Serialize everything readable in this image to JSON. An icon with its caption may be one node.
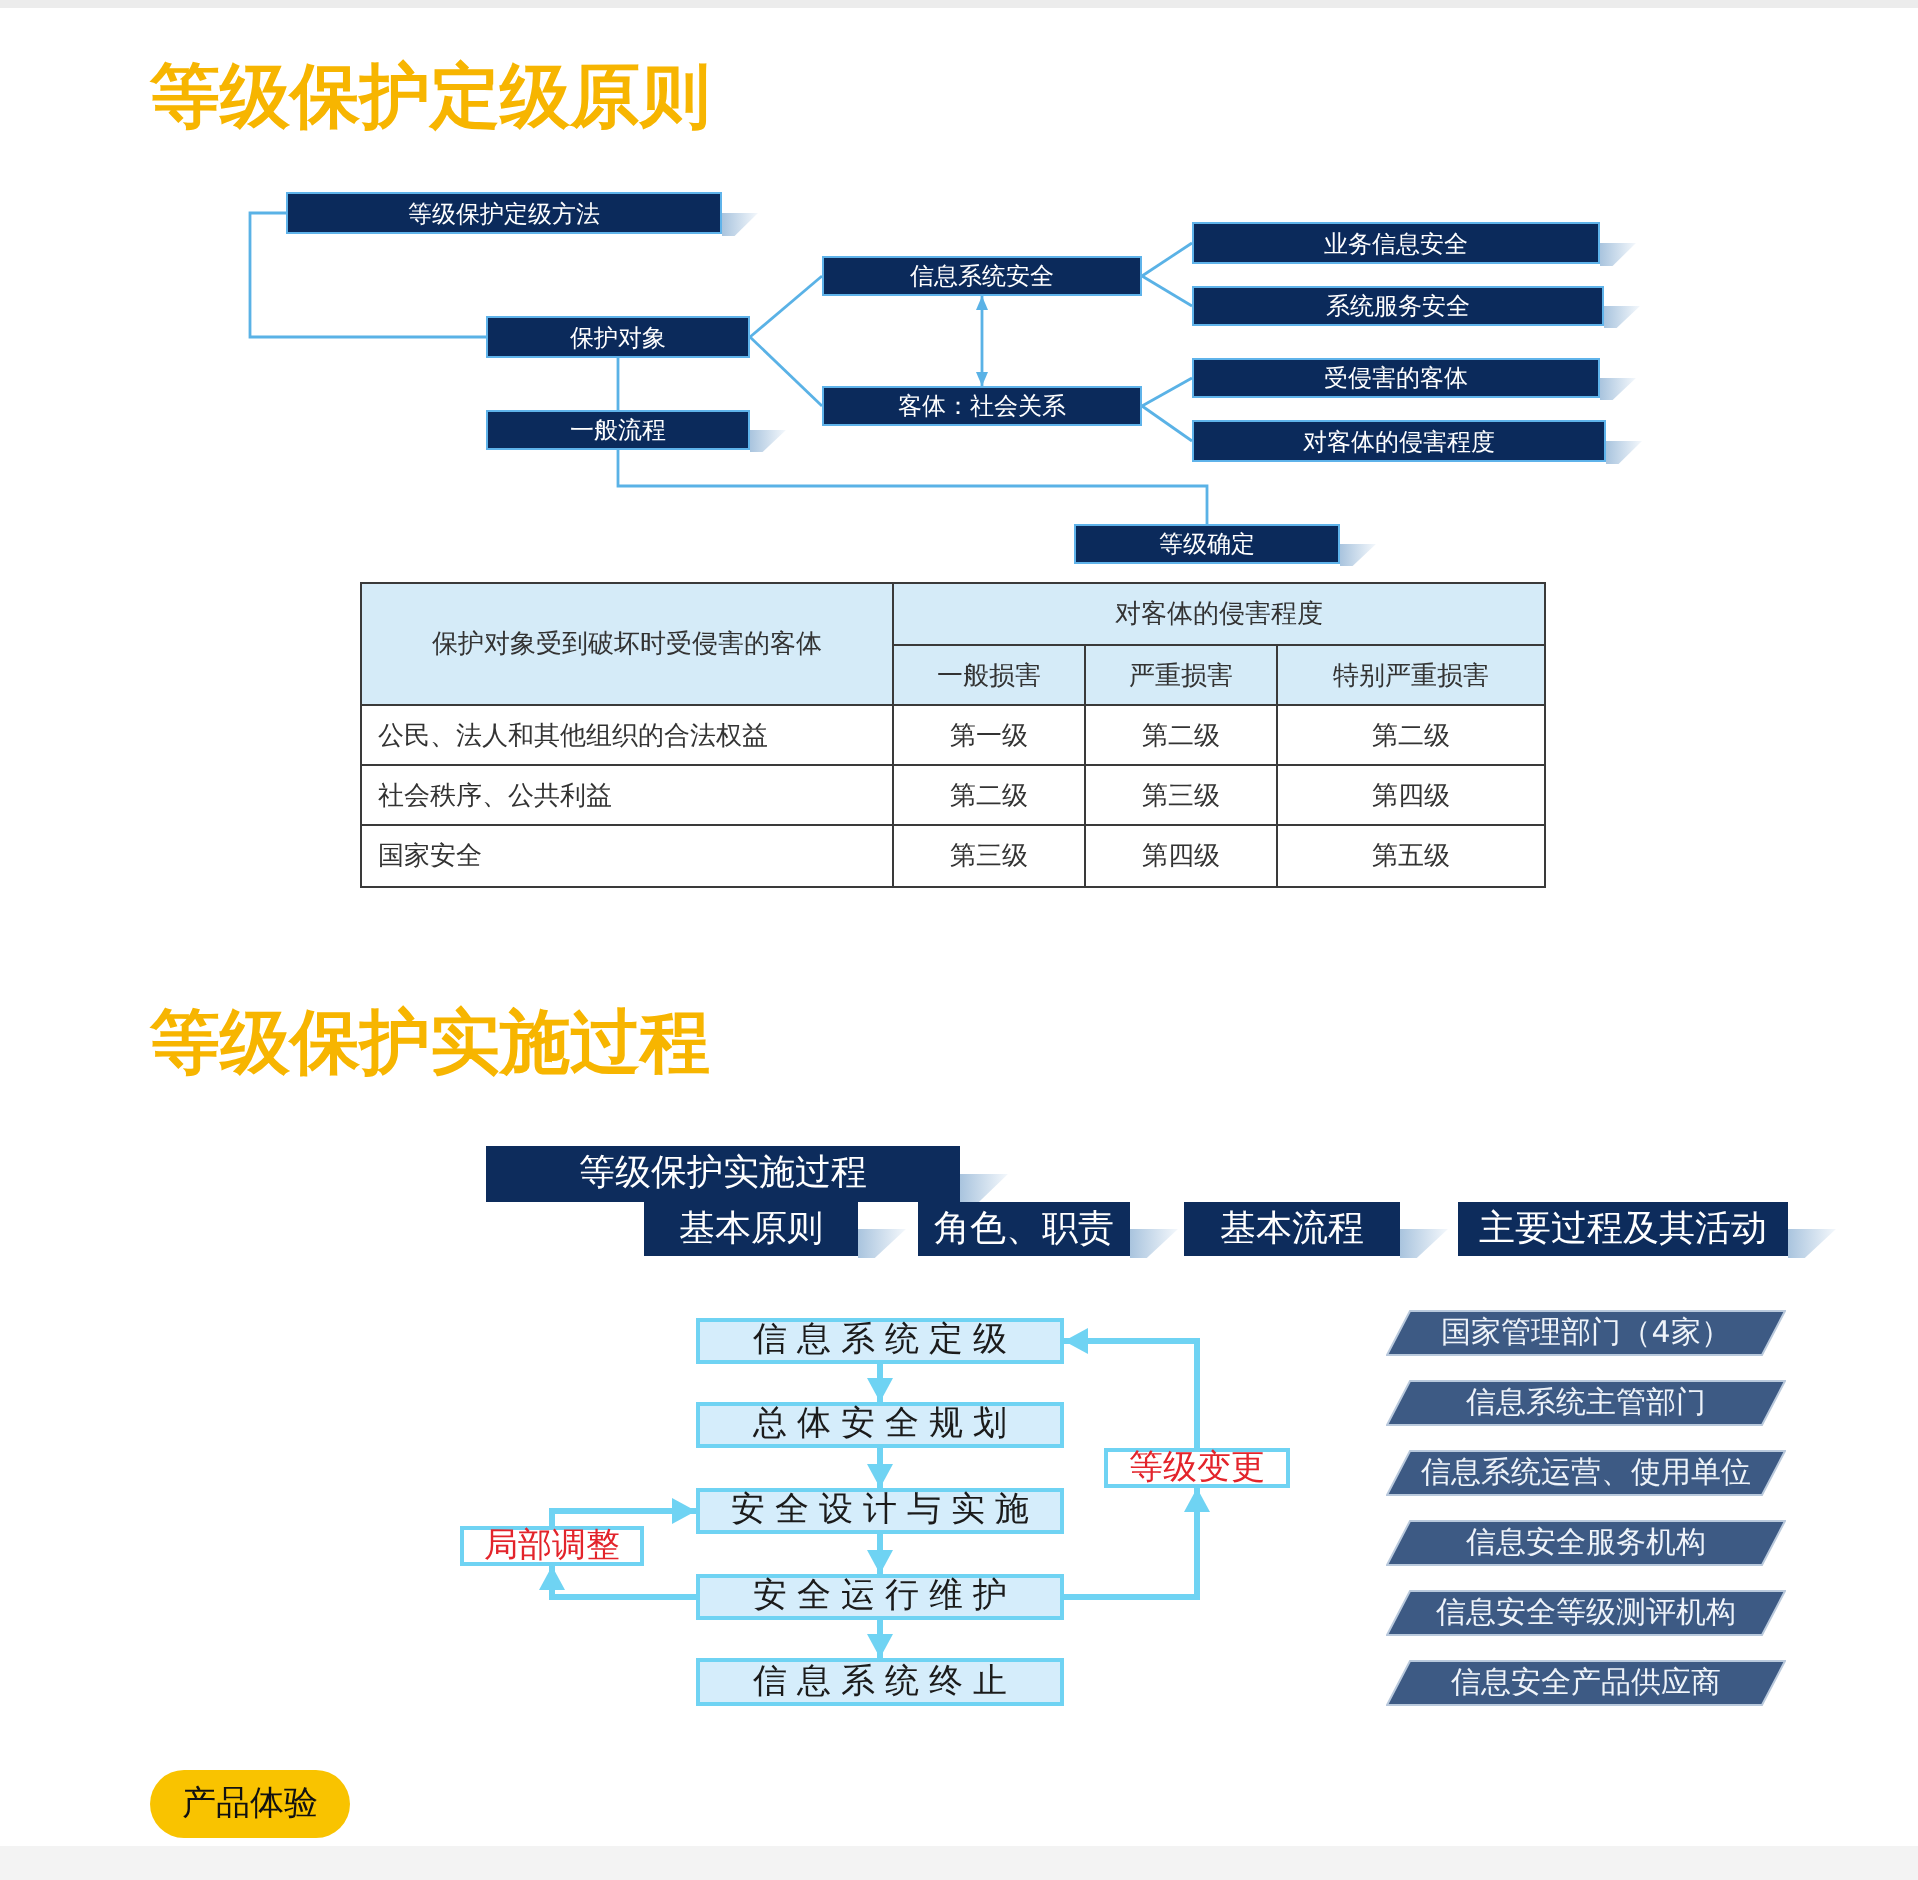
{
  "diagram": {
    "title": "等级保护定级原则",
    "nodes": [
      {
        "text": [
          "等级保护定级方法"
        ]
      },
      {
        "text": [
          "保护对象"
        ]
      },
      {
        "text": [
          "一般流程"
        ]
      },
      {
        "text": [
          "信息系统安全"
        ]
      },
      {
        "text": [
          "客体：社会关系"
        ]
      },
      {
        "text": [
          "业务信息安全"
        ]
      },
      {
        "text": [
          "系统服务安全"
        ]
      },
      {
        "text": [
          "受侵害的客体"
        ]
      },
      {
        "text": [
          "对客体的侵害程度"
        ]
      },
      {
        "text": [
          "等级确定"
        ]
      },
      {
        "text": [
          "等级保护实施过程"
        ]
      },
      {
        "text": [
          "基本原则"
        ]
      },
      {
        "text": [
          "角色、职责"
        ]
      },
      {
        "text": [
          "基本流程"
        ]
      },
      {
        "text": [
          "主要过程及其活动"
        ]
      },
      {
        "text": [
          "信息系统定级"
        ]
      },
      {
        "text": [
          "总体安全规划"
        ]
      },
      {
        "text": [
          "安全设计与实施"
        ]
      },
      {
        "text": [
          "安全运行维护"
        ]
      },
      {
        "text": [
          "信息系统终止"
        ]
      },
      {
        "text": [
          "局部调整"
        ]
      },
      {
        "text": [
          "等级变更"
        ]
      },
      {
        "text": [
          "国家管理部门（4家）"
        ]
      },
      {
        "text": [
          "信息系统主管部门"
        ]
      },
      {
        "text": [
          "信息系统运营、使用单位"
        ]
      },
      {
        "text": [
          "信息安全服务机构"
        ]
      },
      {
        "text": [
          "信息安全等级测评机构"
        ]
      },
      {
        "text": [
          "信息安全产品供应商"
        ]
      },
      {
        "text": [
          "产品体验"
        ]
      }
    ],
    "edges": [
      {
        "from": 0,
        "to": 1,
        "arrow": "none"
      },
      {
        "from": 1,
        "to": 3,
        "arrow": "none"
      },
      {
        "from": 1,
        "to": 4,
        "arrow": "none"
      },
      {
        "from": 3,
        "to": 4,
        "arrow": "both"
      },
      {
        "from": 3,
        "to": 5,
        "arrow": "none"
      },
      {
        "from": 3,
        "to": 6,
        "arrow": "none"
      },
      {
        "from": 4,
        "to": 7,
        "arrow": "none"
      },
      {
        "from": 4,
        "to": 8,
        "arrow": "none"
      },
      {
        "from": 1,
        "to": 2,
        "arrow": "none"
      },
      {
        "from": 2,
        "to": 9,
        "arrow": "none"
      },
      {
        "from": 15,
        "to": 16,
        "arrow": "to",
        "style": "thick",
        "color": "#6fd3f3"
      },
      {
        "from": 16,
        "to": 17,
        "arrow": "to",
        "style": "thick",
        "color": "#6fd3f3"
      },
      {
        "from": 17,
        "to": 18,
        "arrow": "to",
        "style": "thick",
        "color": "#6fd3f3"
      },
      {
        "from": 18,
        "to": 19,
        "arrow": "to",
        "style": "thick",
        "color": "#6fd3f3"
      },
      {
        "from": 18,
        "to": 20,
        "arrow": "to",
        "style": "thick",
        "color": "#6fd3f3"
      },
      {
        "from": 20,
        "to": 17,
        "arrow": "to",
        "style": "thick",
        "color": "#6fd3f3"
      },
      {
        "from": 18,
        "to": 21,
        "arrow": "to",
        "style": "thick",
        "color": "#6fd3f3"
      },
      {
        "from": 21,
        "to": 15,
        "arrow": "to",
        "style": "thick",
        "color": "#6fd3f3"
      }
    ],
    "labels": [
      "保护对象受到破坏时受侵害的客体",
      "对客体的侵害程度",
      "一般损害",
      "严重损害",
      "特别严重损害",
      "公民、法人和其他组织的合法权益",
      "第一级",
      "第二级",
      "第二级",
      "社会秩序、公共利益",
      "第二级",
      "第三级",
      "第四级",
      "国家安全",
      "第三级",
      "第四级",
      "第五级",
      "等级保护实施过程"
    ]
  }
}
